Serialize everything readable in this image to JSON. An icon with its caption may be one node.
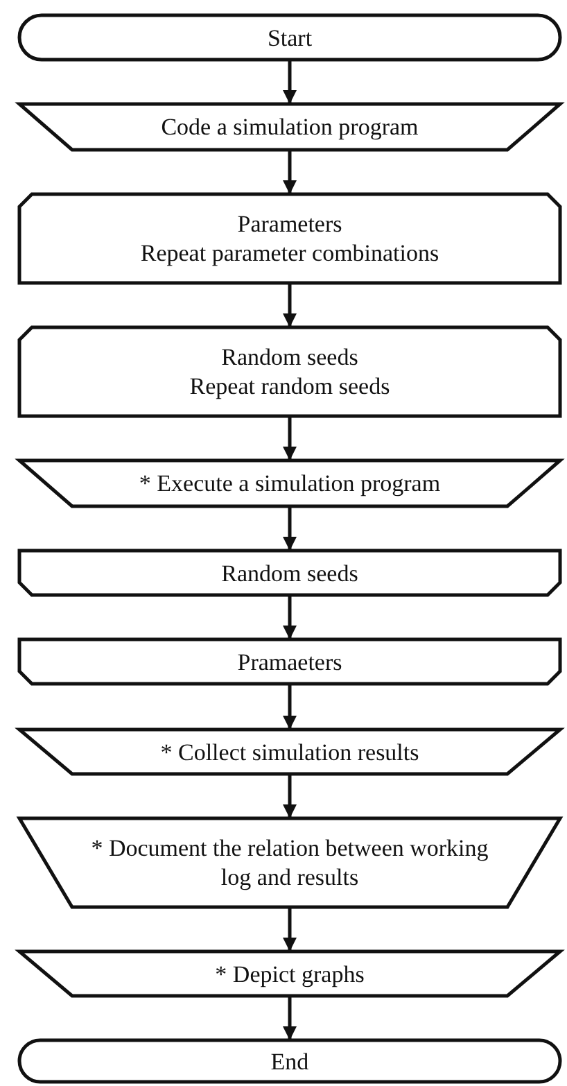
{
  "diagram": {
    "nodes": [
      {
        "text": [
          "Start"
        ]
      },
      {
        "text": [
          "Code a simulation program"
        ]
      },
      {
        "text": [
          "Parameters",
          "Repeat parameter combinations"
        ]
      },
      {
        "text": [
          "Random seeds",
          "Repeat random seeds"
        ]
      },
      {
        "text": [
          "* Execute a simulation program"
        ]
      },
      {
        "text": [
          "Random seeds"
        ]
      },
      {
        "text": [
          "Pramaeters"
        ]
      },
      {
        "text": [
          "* Collect simulation results"
        ]
      },
      {
        "text": [
          "* Document the relation between working log and results"
        ]
      },
      {
        "text": [
          "* Depict graphs"
        ]
      },
      {
        "text": [
          "End"
        ]
      }
    ],
    "edges": [
      {
        "from": 0,
        "to": 1,
        "arrow": "to"
      },
      {
        "from": 1,
        "to": 2,
        "arrow": "to"
      },
      {
        "from": 2,
        "to": 3,
        "arrow": "to"
      },
      {
        "from": 3,
        "to": 4,
        "arrow": "to"
      },
      {
        "from": 4,
        "to": 5,
        "arrow": "to"
      },
      {
        "from": 5,
        "to": 6,
        "arrow": "to"
      },
      {
        "from": 6,
        "to": 7,
        "arrow": "to"
      },
      {
        "from": 7,
        "to": 8,
        "arrow": "to"
      },
      {
        "from": 8,
        "to": 9,
        "arrow": "to"
      },
      {
        "from": 9,
        "to": 10,
        "arrow": "to"
      }
    ]
  }
}
